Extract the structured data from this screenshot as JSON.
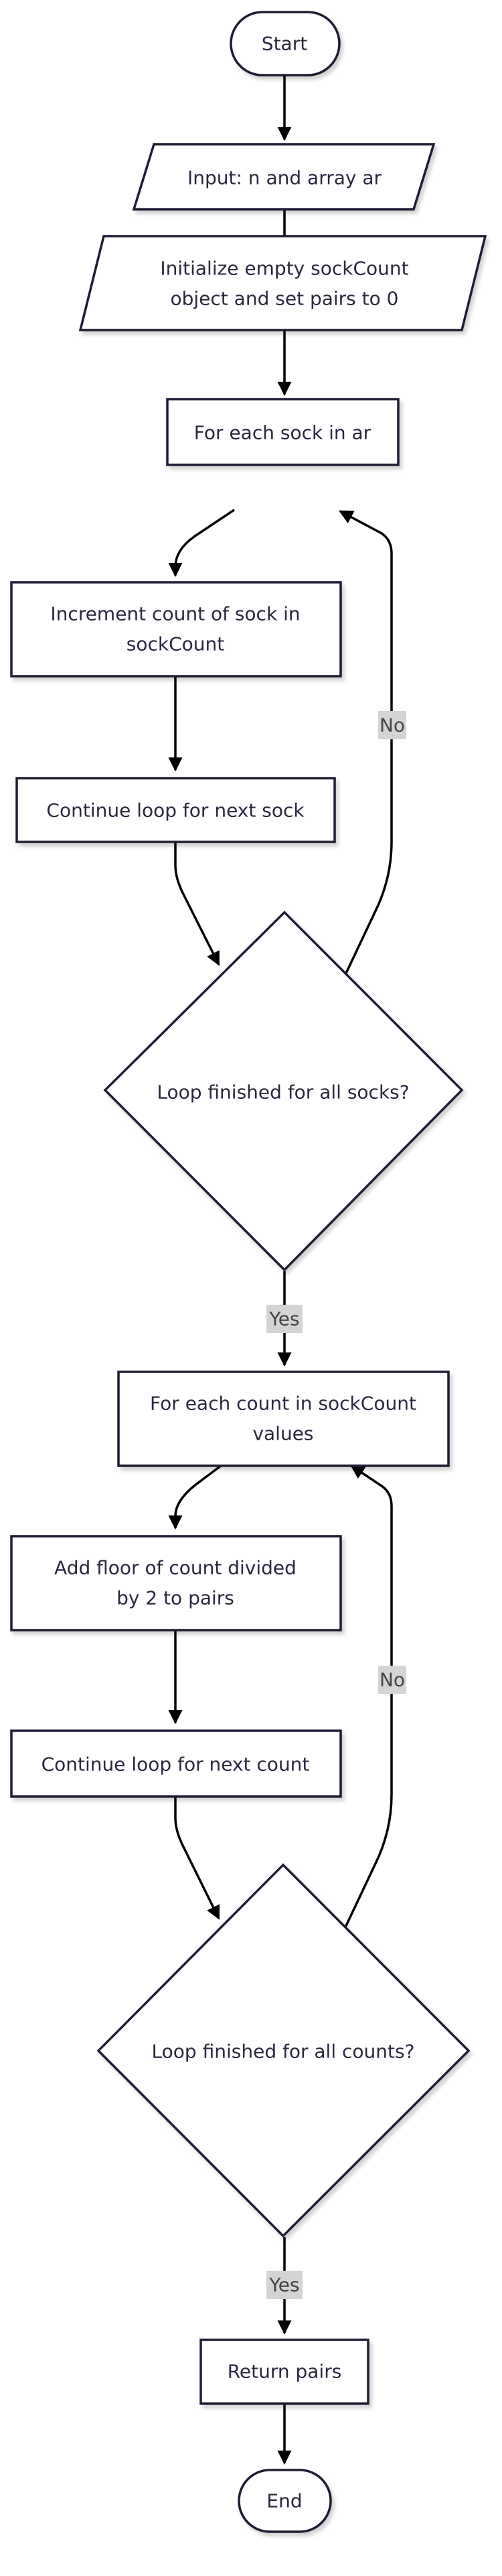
{
  "nodes": {
    "start": "Start",
    "input": "Input: n and array ar",
    "init": [
      "Initialize empty sockCount",
      "object and set pairs to 0"
    ],
    "loop1": "For each sock in ar",
    "increment": [
      "Increment count of sock in",
      "sockCount"
    ],
    "continue1": "Continue loop for next sock",
    "decision1": "Loop finished for all socks?",
    "loop2": [
      "For each count in sockCount",
      "values"
    ],
    "addfloor": [
      "Add floor of count divided",
      "by 2 to pairs"
    ],
    "continue2": "Continue loop for next count",
    "decision2": "Loop finished for all counts?",
    "return": "Return pairs",
    "end": "End"
  },
  "edge_labels": {
    "no1": "No",
    "yes1": "Yes",
    "no2": "No",
    "yes2": "Yes"
  }
}
